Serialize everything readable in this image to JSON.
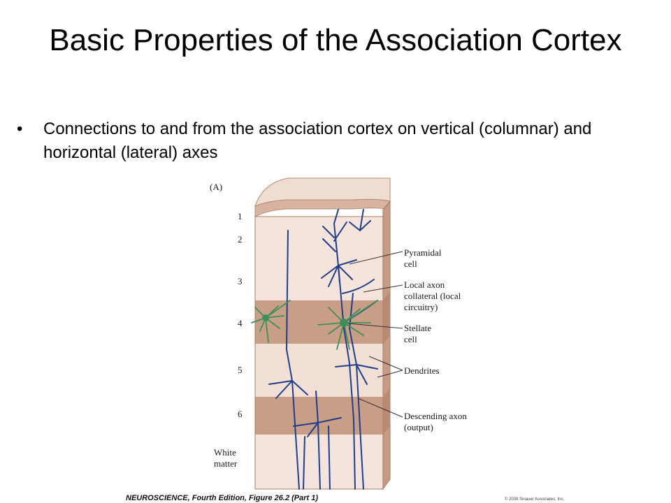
{
  "title": "Basic Properties of the Association Cortex",
  "bullet": {
    "marker": "•",
    "text": "Connections to and from the association cortex on vertical (columnar) and horizontal (lateral) axes"
  },
  "figure": {
    "panel_label": "(A)",
    "layers": [
      "1",
      "2",
      "3",
      "4",
      "5",
      "6"
    ],
    "white_matter": [
      "White",
      "matter"
    ],
    "callouts": {
      "pyramidal": [
        "Pyramidal",
        "cell"
      ],
      "local_axon": [
        "Local axon",
        "collateral (local",
        "circuitry)"
      ],
      "stellate": [
        "Stellate",
        "cell"
      ],
      "dendrites": [
        "Dendrites"
      ],
      "descending": [
        "Descending axon",
        "(output)"
      ]
    },
    "colors": {
      "neuron_pyramidal": "#1f3f8c",
      "neuron_stellate": "#3f8f5a",
      "layer_light": "#f2dfd5",
      "layer_dark": "#c99e87",
      "side_face": "#c79a83"
    }
  },
  "credit": "NEUROSCIENCE, Fourth Edition, Figure 26.2 (Part 1)",
  "copyright": "© 2008 Sinauer Associates, Inc."
}
